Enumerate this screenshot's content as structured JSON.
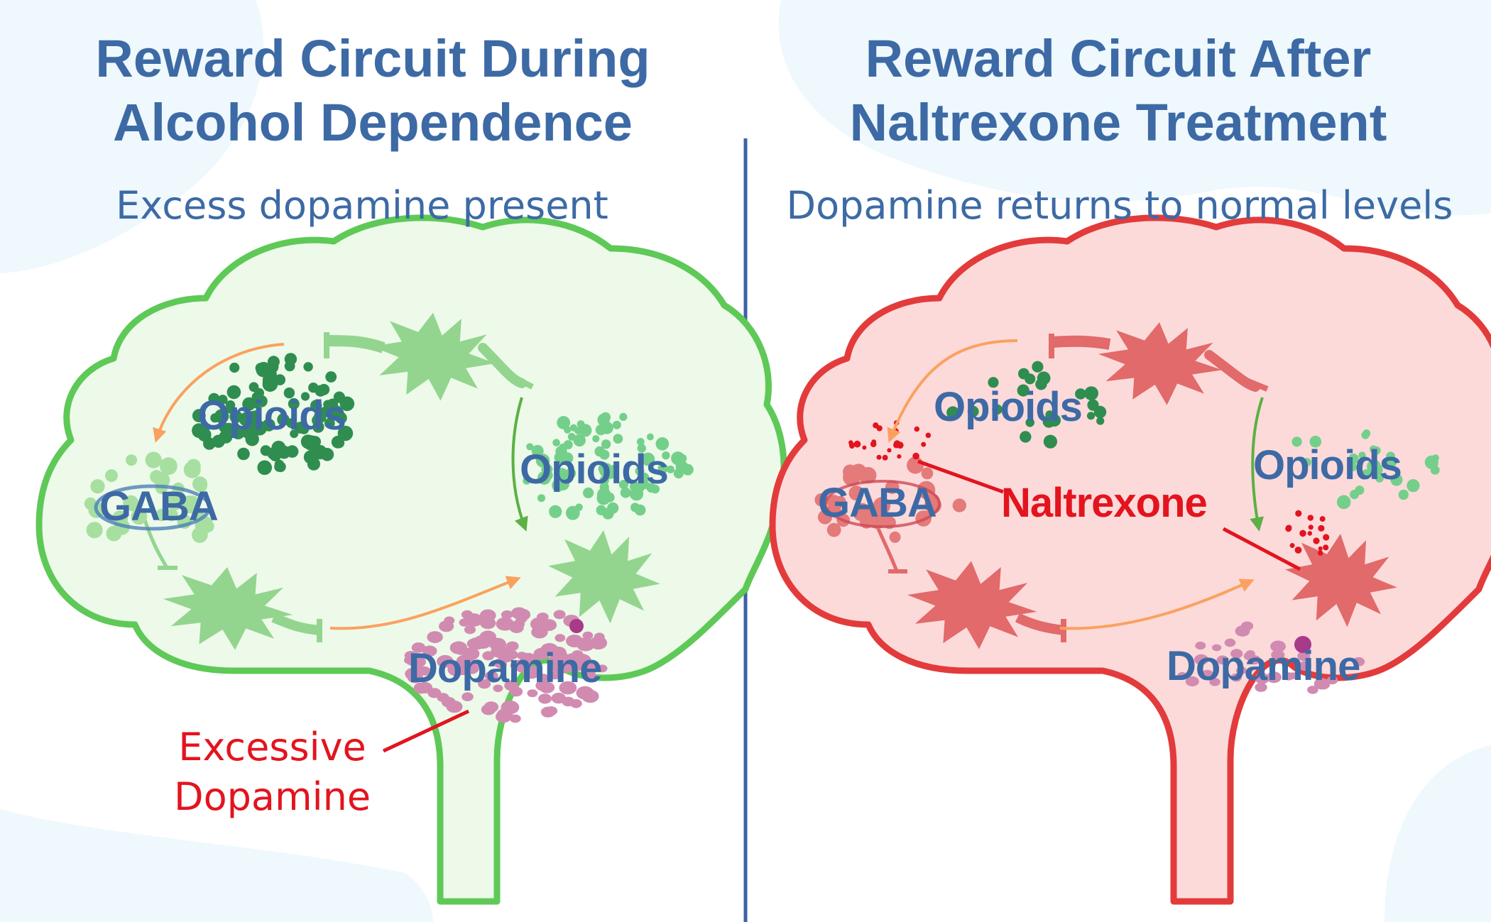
{
  "left": {
    "title_line1": "Reward Circuit During",
    "title_line2": "Alcohol Dependence",
    "subtitle": "Excess dopamine present",
    "labels": {
      "opioids_top": "Opioids",
      "opioids_right": "Opioids",
      "gaba": "GABA",
      "dopamine": "Dopamine"
    },
    "callout_line1": "Excessive",
    "callout_line2": "Dopamine"
  },
  "right": {
    "title_line1": "Reward Circuit After",
    "title_line2": "Naltrexone Treatment",
    "subtitle": "Dopamine returns to normal levels",
    "labels": {
      "opioids_top": "Opioids",
      "opioids_right": "Opioids",
      "gaba": "GABA",
      "dopamine": "Dopamine",
      "naltrexone": "Naltrexone"
    }
  },
  "colors": {
    "title_blue": "#3d6aa5",
    "callout_red": "#e3141e",
    "brain_green_fill": "#edfae9",
    "brain_green_stroke": "#5ec957",
    "brain_red_fill": "#fcdada",
    "brain_red_stroke": "#e33b3b",
    "divider": "#3d62a4"
  }
}
